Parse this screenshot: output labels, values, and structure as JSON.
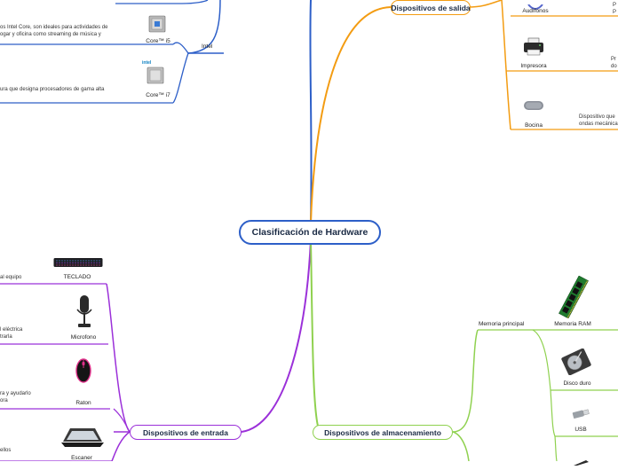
{
  "central": {
    "title": "Clasificación de Hardware"
  },
  "branches": {
    "salida": {
      "title": "Dispositivos de salida",
      "color": "#f39c12",
      "items": [
        {
          "label": "Audífonos",
          "desc": "P\nP",
          "icon": "headphones-icon"
        },
        {
          "label": "Impresora",
          "desc": "Pr\ndo",
          "icon": "printer-icon"
        },
        {
          "label": "Bocina",
          "desc": "Dispositivo que\nondas mecánica",
          "icon": "speaker-icon"
        }
      ]
    },
    "entrada": {
      "title": "Dispositivos de entrada",
      "color": "#9b30d9",
      "items": [
        {
          "label": "TECLADO",
          "desc": "al equipo",
          "icon": "keyboard-icon"
        },
        {
          "label": "Microfono",
          "desc": "l eléctrica\ntrarla",
          "icon": "microphone-icon"
        },
        {
          "label": "Raton",
          "desc": "ra y ayudarlo\nora",
          "icon": "mouse-icon"
        },
        {
          "label": "Escaner",
          "desc": "ellos",
          "icon": "scanner-icon"
        }
      ]
    },
    "almacenamiento": {
      "title": "Dispositivos de almacenamiento",
      "color": "#8fd14f",
      "sub": "Memoria principal",
      "items": [
        {
          "label": "Memoria RAM",
          "icon": "ram-icon"
        },
        {
          "label": "Disco duro",
          "icon": "hard-drive-icon"
        },
        {
          "label": "USB",
          "icon": "usb-icon"
        }
      ]
    },
    "procesadores": {
      "color": "#2d5fc8",
      "sub": "Intel",
      "items": [
        {
          "label": "Core™ i5",
          "desc": "os Intel Core, son ideales para actividades de\nogar y oficina como streaming de música y",
          "icon": "cpu-i5-icon"
        },
        {
          "label": "Core™ i7",
          "desc": "ura que designa procesadores de gama alta",
          "icon": "cpu-i7-icon",
          "chip_text": "intel"
        }
      ]
    }
  }
}
